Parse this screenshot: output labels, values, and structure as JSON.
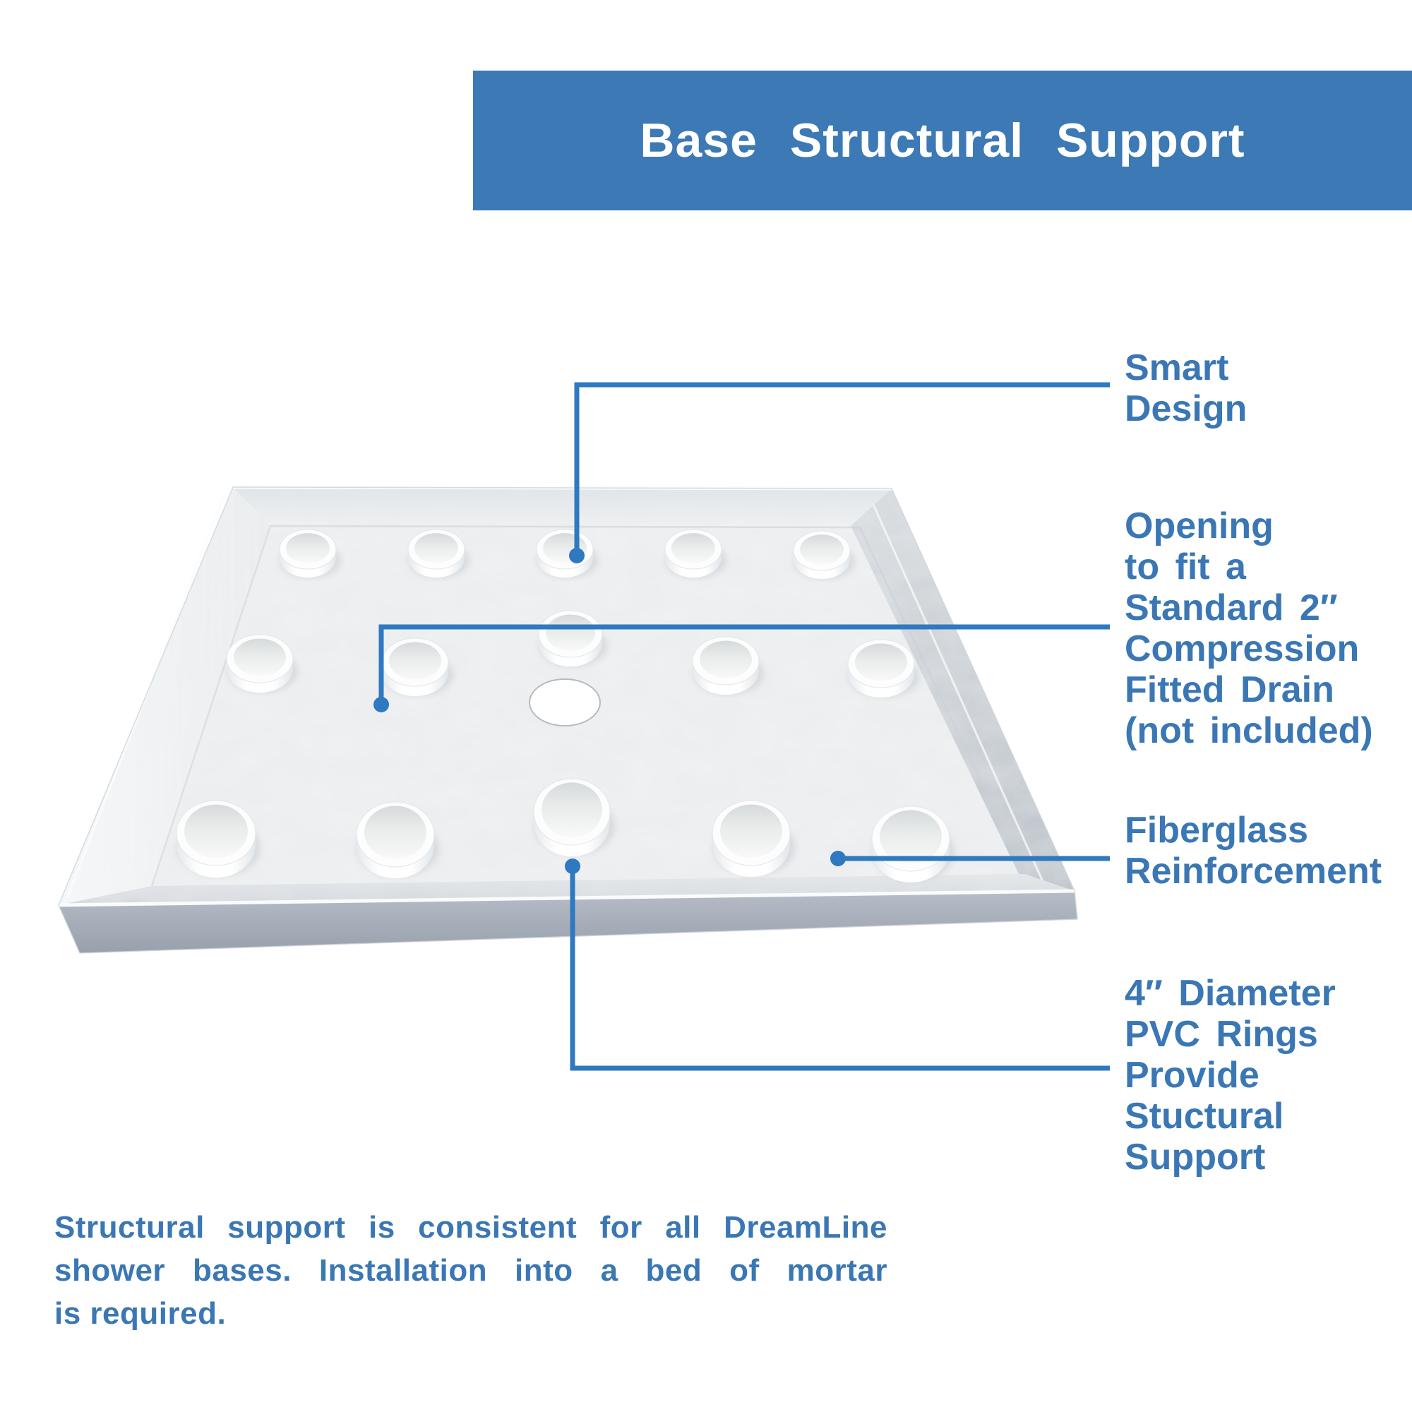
{
  "header": {
    "title": "Base Structural Support"
  },
  "callouts": [
    {
      "id": "smart-design",
      "lines": [
        "Smart",
        "Design"
      ]
    },
    {
      "id": "drain-opening",
      "lines": [
        "Opening",
        "to fit a",
        "Standard 2″",
        "Compression",
        "Fitted Drain",
        "(not included)"
      ]
    },
    {
      "id": "fiberglass-reinforcement",
      "lines": [
        "Fiberglass",
        "Reinforcement"
      ]
    },
    {
      "id": "pvc-rings",
      "lines": [
        "4″ Diameter",
        "PVC Rings",
        "Provide",
        "Stuctural",
        "Support"
      ]
    }
  ],
  "footer": {
    "lines": [
      "Structural support is consistent for all DreamLine",
      "shower bases. Installation into a bed of mortar",
      "is required."
    ]
  },
  "colors": {
    "banner_bg": "#3c79b5",
    "banner_text": "#ffffff",
    "label_text": "#3a77b4",
    "callout_line": "#2e79c0"
  }
}
